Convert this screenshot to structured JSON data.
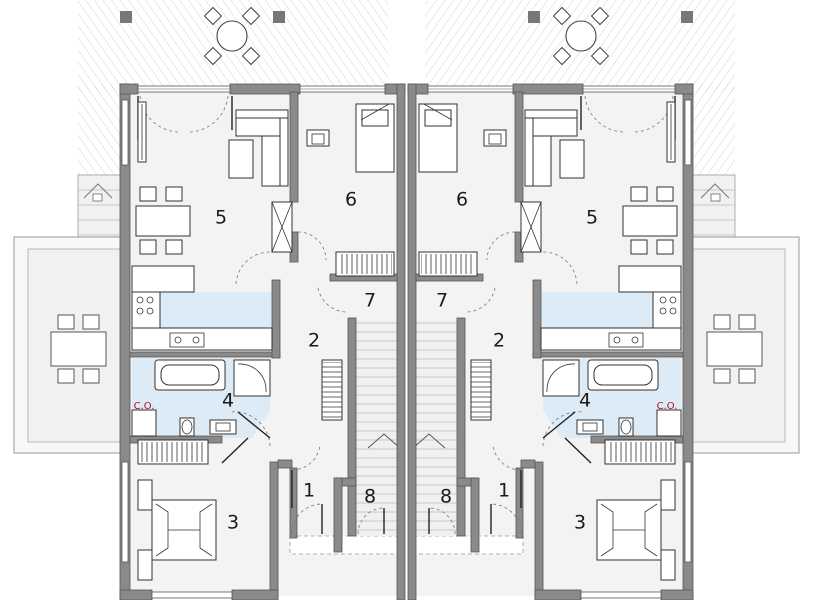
{
  "drawing": {
    "left_unit": {
      "rooms": [
        {
          "id": "living",
          "label": "5"
        },
        {
          "id": "bedroom-small",
          "label": "6"
        },
        {
          "id": "hall",
          "label": "2"
        },
        {
          "id": "stair-hall",
          "label": "7"
        },
        {
          "id": "bathroom",
          "label": "4"
        },
        {
          "id": "bedroom-main",
          "label": "3"
        },
        {
          "id": "entrance",
          "label": "1"
        },
        {
          "id": "storage",
          "label": "8"
        }
      ],
      "boiler_tag": "C.O."
    },
    "right_unit": {
      "rooms": [
        {
          "id": "living",
          "label": "5"
        },
        {
          "id": "bedroom-small",
          "label": "6"
        },
        {
          "id": "hall",
          "label": "2"
        },
        {
          "id": "stair-hall",
          "label": "7"
        },
        {
          "id": "bathroom",
          "label": "4"
        },
        {
          "id": "bedroom-main",
          "label": "3"
        },
        {
          "id": "entrance",
          "label": "1"
        },
        {
          "id": "storage",
          "label": "8"
        }
      ],
      "boiler_tag": "C.O."
    },
    "colors": {
      "wall": "#8a8a8a",
      "wall_edge": "#555555",
      "floor": "#f3f3f4",
      "wet_area": "#dcebf6",
      "terrace": "#f4f4f4",
      "hatch": "#c8c8c8",
      "boiler_tag": "#b0141e"
    }
  }
}
